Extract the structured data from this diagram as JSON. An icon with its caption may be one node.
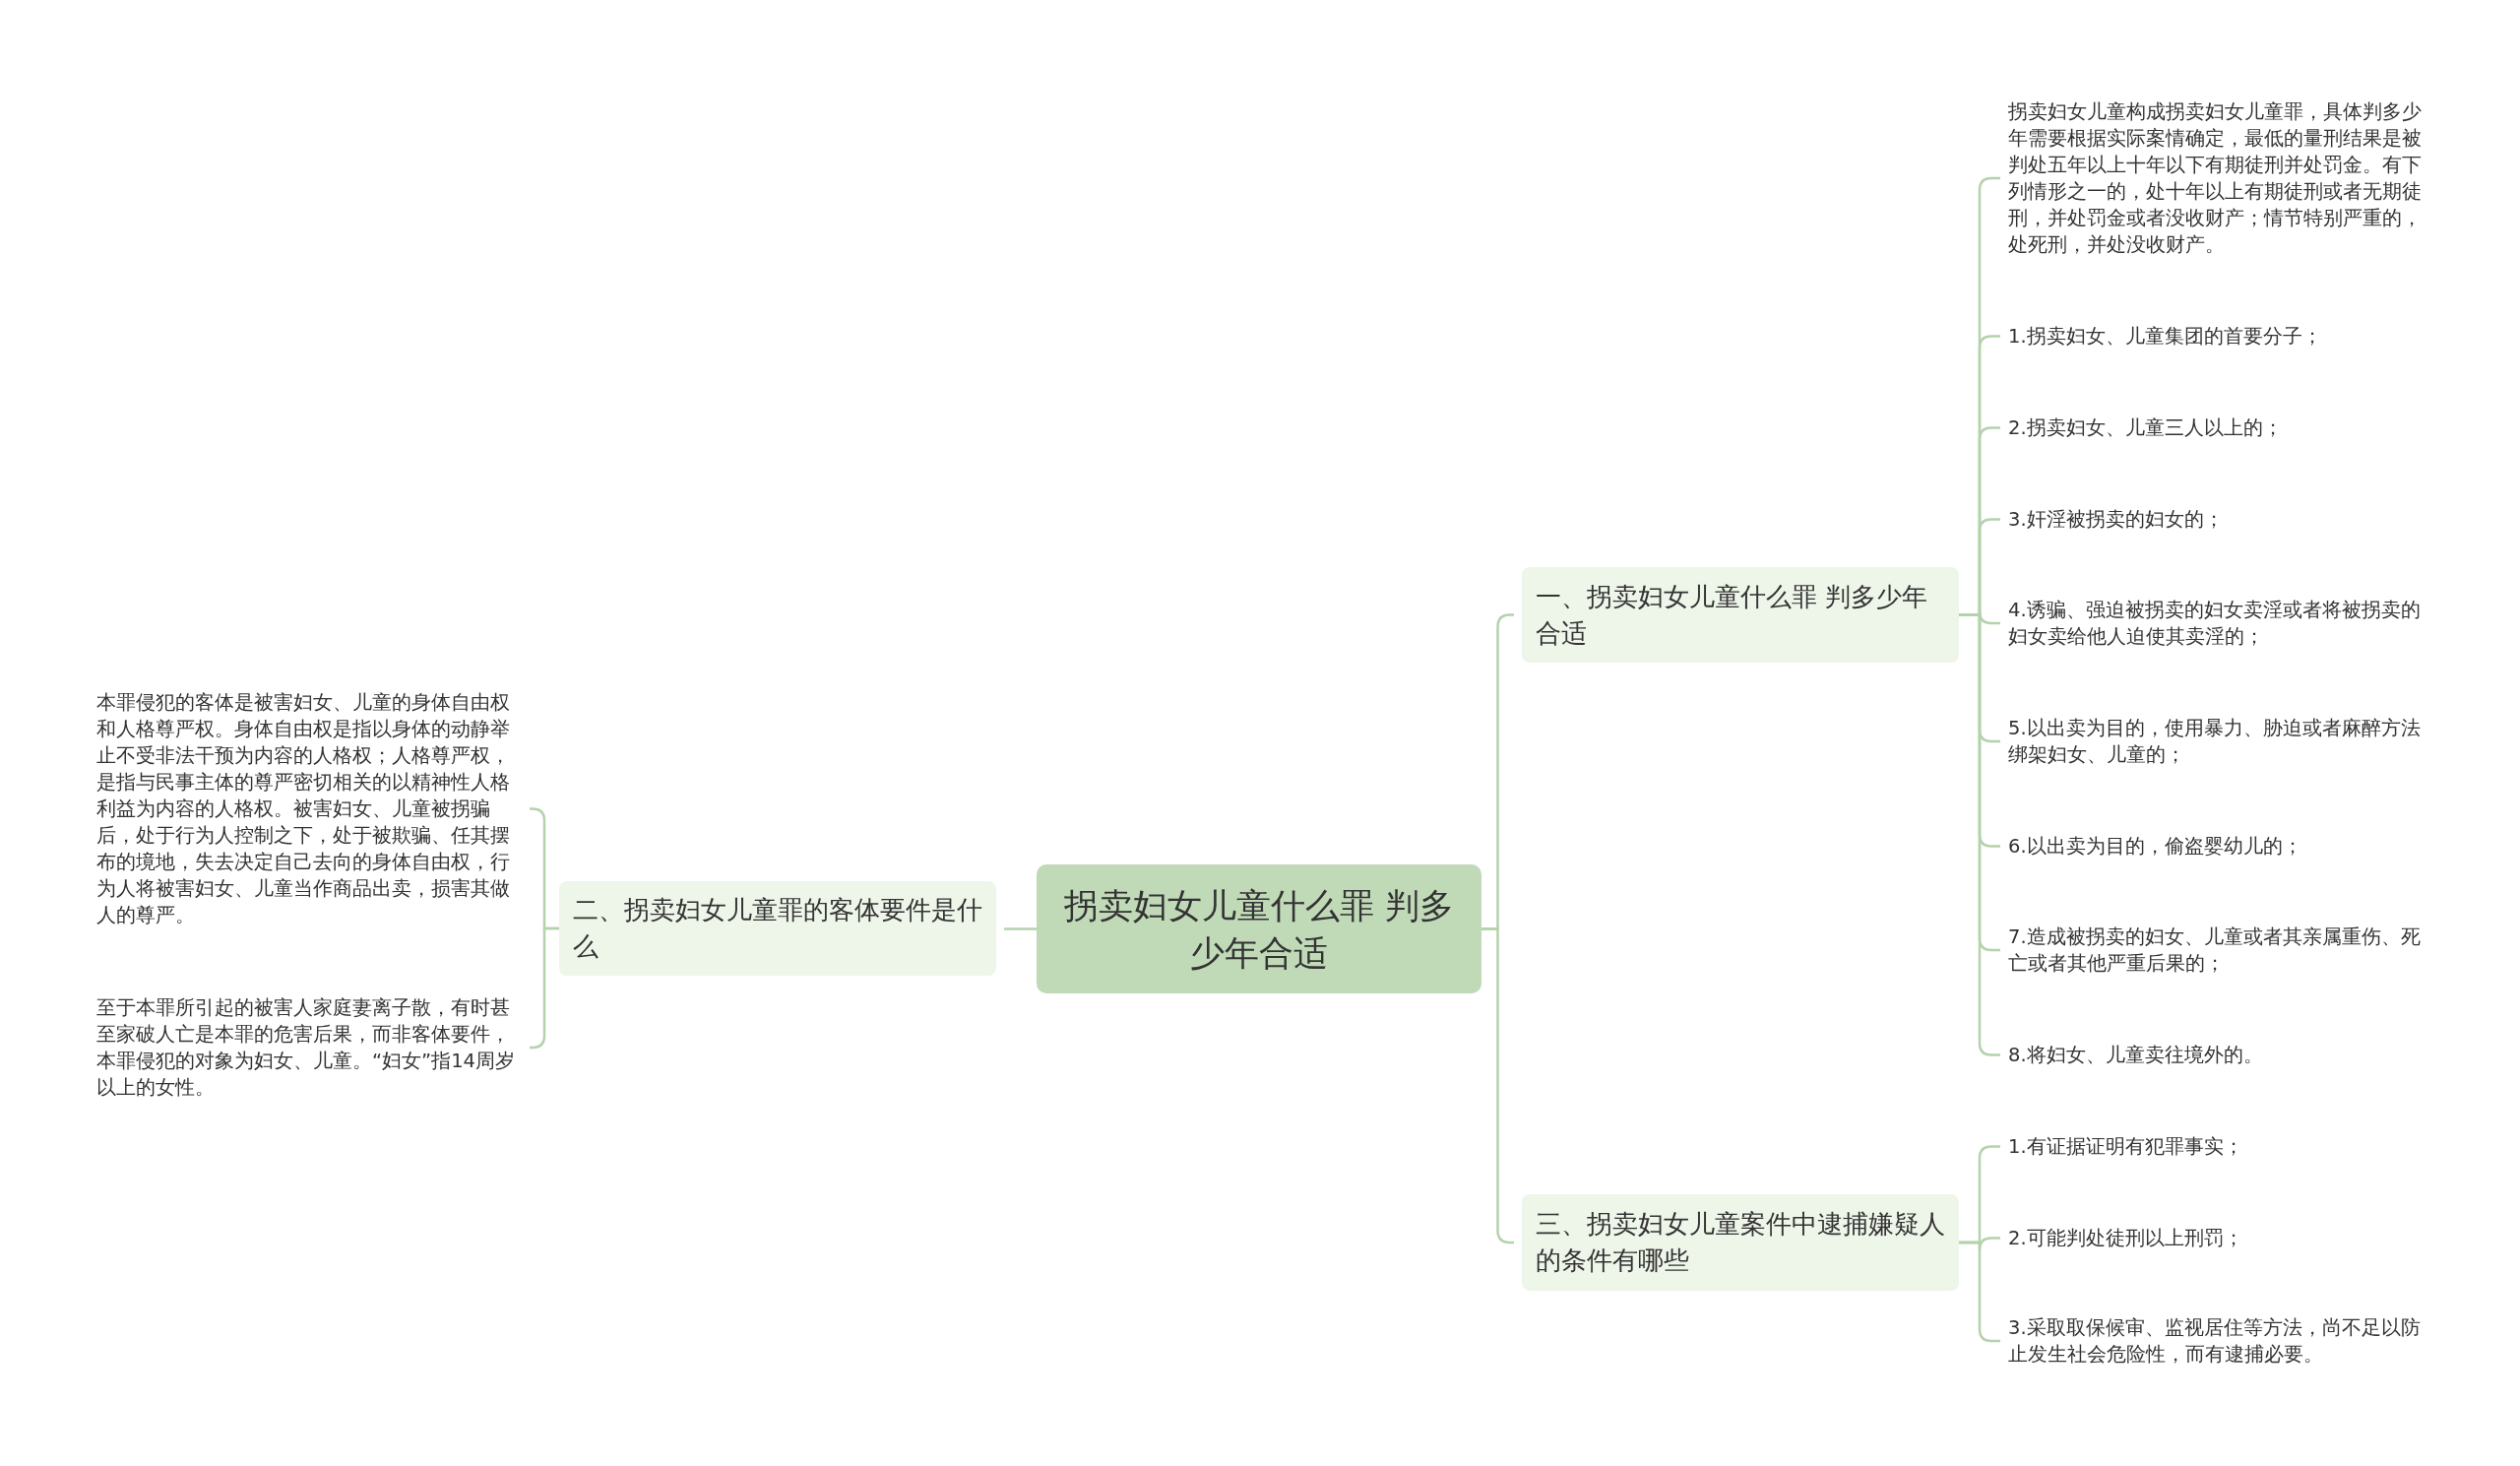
{
  "diagram": {
    "nodes": [
      {
        "text": [
          "拐卖妇女儿童什么罪 判多少年合适"
        ]
      },
      {
        "text": [
          "二、拐卖妇女儿童罪的客体要件是什么"
        ]
      },
      {
        "text": [
          "本罪侵犯的客体是被害妇女、儿童的身体自由权和人格尊严权。身体自由权是指以身体的动静举止不受非法干预为内容的人格权；人格尊严权，是指与民事主体的尊严密切相关的以精神性人格利益为内容的人格权。被害妇女、儿童被拐骗后，处于行为人控制之下，处于被欺骗、任其摆布的境地，失去决定自己去向的身体自由权，行为人将被害妇女、儿童当作商品出卖，损害其做人的尊严。"
        ]
      },
      {
        "text": [
          "至于本罪所引起的被害人家庭妻离子散，有时甚至家破人亡是本罪的危害后果，而非客体要件，本罪侵犯的对象为妇女、儿童。“妇女”指14周岁以上的女性。"
        ]
      },
      {
        "text": [
          "一、拐卖妇女儿童什么罪 判多少年合适"
        ]
      },
      {
        "text": [
          "拐卖妇女儿童构成拐卖妇女儿童罪，具体判多少年需要根据实际案情确定，最低的量刑结果是被判处五年以上十年以下有期徒刑并处罚金。有下列情形之一的，处十年以上有期徒刑或者无期徒刑，并处罚金或者没收财产；情节特别严重的，处死刑，并处没收财产。"
        ]
      },
      {
        "text": [
          "1.拐卖妇女、儿童集团的首要分子；"
        ]
      },
      {
        "text": [
          "2.拐卖妇女、儿童三人以上的；"
        ]
      },
      {
        "text": [
          "3.奸淫被拐卖的妇女的；"
        ]
      },
      {
        "text": [
          "4.诱骗、强迫被拐卖的妇女卖淫或者将被拐卖的妇女卖给他人迫使其卖淫的；"
        ]
      },
      {
        "text": [
          "5.以出卖为目的，使用暴力、胁迫或者麻醉方法绑架妇女、儿童的；"
        ]
      },
      {
        "text": [
          "6.以出卖为目的，偷盗婴幼儿的；"
        ]
      },
      {
        "text": [
          "7.造成被拐卖的妇女、儿童或者其亲属重伤、死亡或者其他严重后果的；"
        ]
      },
      {
        "text": [
          "8.将妇女、儿童卖往境外的。"
        ]
      },
      {
        "text": [
          "三、拐卖妇女儿童案件中逮捕嫌疑人的条件有哪些"
        ]
      },
      {
        "text": [
          "1.有证据证明有犯罪事实；"
        ]
      },
      {
        "text": [
          "2.可能判处徒刑以上刑罚；"
        ]
      },
      {
        "text": [
          "3.采取取保候审、监视居住等方法，尚不足以防止发生社会危险性，而有逮捕必要。"
        ]
      }
    ],
    "edges": [
      {
        "from": 0,
        "to": 1,
        "arrow": "none"
      },
      {
        "from": 1,
        "to": 2,
        "arrow": "none"
      },
      {
        "from": 1,
        "to": 3,
        "arrow": "none"
      },
      {
        "from": 0,
        "to": 4,
        "arrow": "none"
      },
      {
        "from": 4,
        "to": 5,
        "arrow": "none"
      },
      {
        "from": 4,
        "to": 6,
        "arrow": "none"
      },
      {
        "from": 4,
        "to": 7,
        "arrow": "none"
      },
      {
        "from": 4,
        "to": 8,
        "arrow": "none"
      },
      {
        "from": 4,
        "to": 9,
        "arrow": "none"
      },
      {
        "from": 4,
        "to": 10,
        "arrow": "none"
      },
      {
        "from": 4,
        "to": 11,
        "arrow": "none"
      },
      {
        "from": 4,
        "to": 12,
        "arrow": "none"
      },
      {
        "from": 4,
        "to": 13,
        "arrow": "none"
      },
      {
        "from": 0,
        "to": 14,
        "arrow": "none"
      },
      {
        "from": 14,
        "to": 15,
        "arrow": "none"
      },
      {
        "from": 14,
        "to": 16,
        "arrow": "none"
      },
      {
        "from": 14,
        "to": 17,
        "arrow": "none"
      }
    ]
  }
}
